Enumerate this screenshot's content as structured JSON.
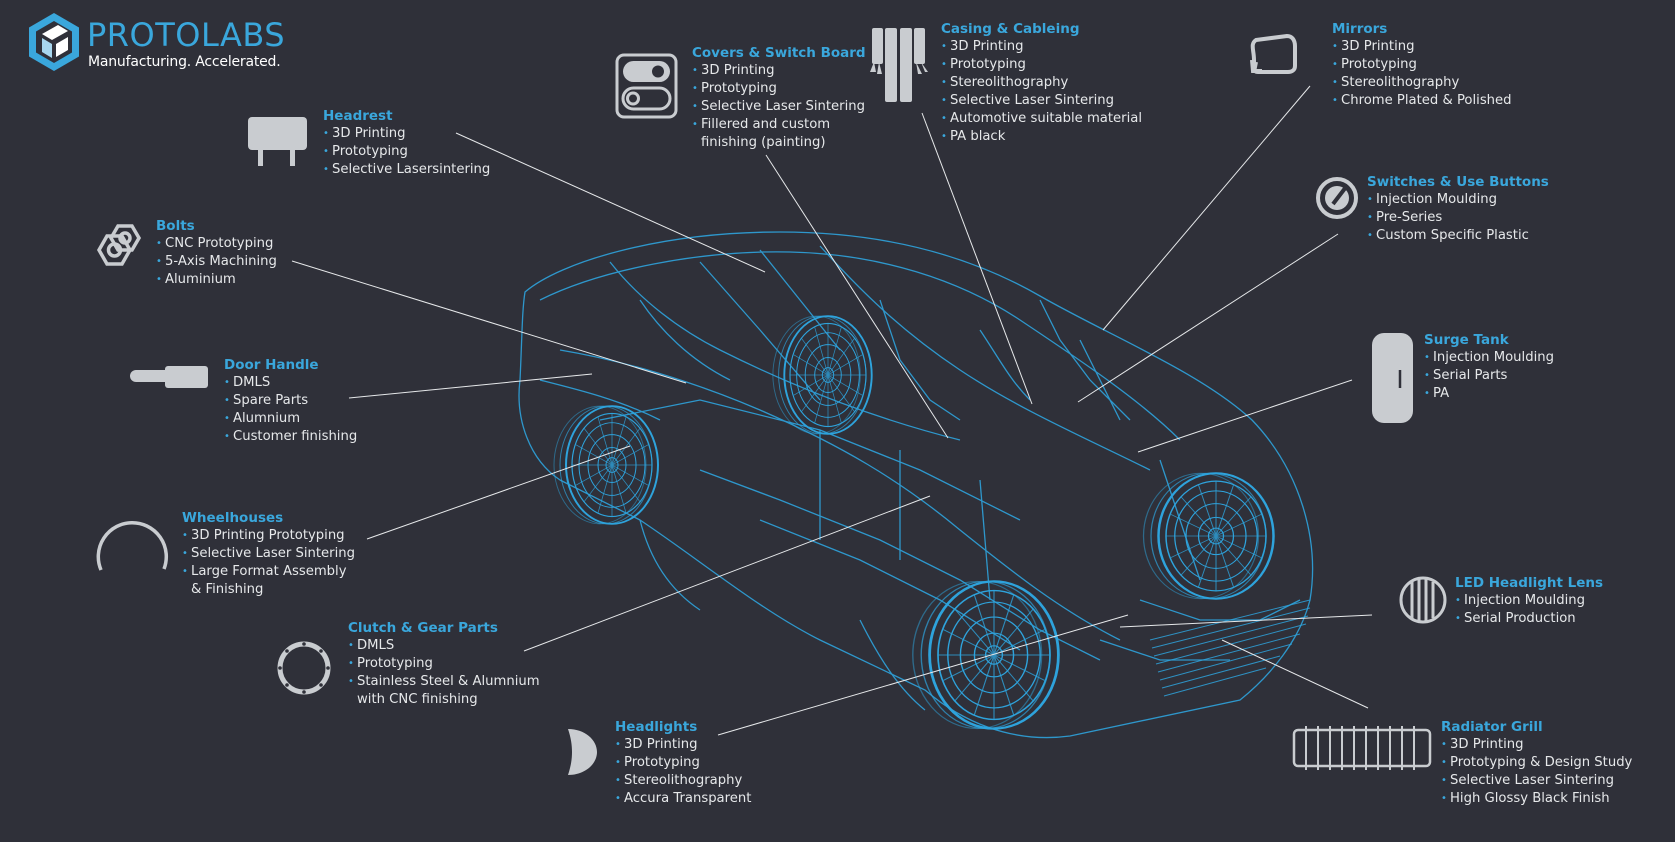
{
  "logo": {
    "brand": "PROTOLABS",
    "tagline": "Manufacturing. Accelerated."
  },
  "colors": {
    "background": "#2f3039",
    "accent": "#3aa7dc",
    "text": "#e6e8ea",
    "icon": "#c9ccd0",
    "wireframe": "#2ea3dc"
  },
  "callouts": [
    {
      "id": "headrest",
      "icon": "headrest-icon",
      "title": "Headrest",
      "items": [
        "3D Printing",
        "Prototyping",
        "Selective Lasersintering"
      ]
    },
    {
      "id": "covers",
      "icon": "switch-board-icon",
      "title": "Covers & Switch Board",
      "items": [
        "3D Printing",
        "Prototyping",
        "Selective Laser Sintering",
        "Fillered and custom",
        "finishing (painting)"
      ]
    },
    {
      "id": "casing",
      "icon": "cable-icon",
      "title": "Casing & Cableing",
      "items": [
        "3D Printing",
        "Prototyping",
        "Stereolithography",
        "Selective Laser Sintering",
        "Automotive suitable material",
        "PA black"
      ]
    },
    {
      "id": "mirrors",
      "icon": "mirror-icon",
      "title": "Mirrors",
      "items": [
        "3D Printing",
        "Prototyping",
        "Stereolithography",
        "Chrome Plated & Polished"
      ]
    },
    {
      "id": "switches",
      "icon": "knob-icon",
      "title": "Switches & Use Buttons",
      "items": [
        "Injection Moulding",
        "Pre-Series",
        "Custom Specific Plastic"
      ]
    },
    {
      "id": "bolts",
      "icon": "bolts-icon",
      "title": "Bolts",
      "items": [
        "CNC Prototyping",
        "5-Axis Machining",
        "Aluminium"
      ]
    },
    {
      "id": "door-handle",
      "icon": "door-handle-icon",
      "title": "Door Handle",
      "items": [
        "DMLS",
        "Spare Parts",
        "Alumnium",
        "Customer finishing"
      ]
    },
    {
      "id": "surge-tank",
      "icon": "surge-tank-icon",
      "title": "Surge Tank",
      "items": [
        "Injection Moulding",
        "Serial Parts",
        "PA"
      ]
    },
    {
      "id": "wheelhouses",
      "icon": "wheelhouse-icon",
      "title": "Wheelhouses",
      "items": [
        "3D Printing Prototyping",
        "Selective Laser Sintering",
        "Large Format Assembly",
        "& Finishing"
      ]
    },
    {
      "id": "led-lens",
      "icon": "headlight-lens-icon",
      "title": "LED Headlight Lens",
      "items": [
        "Injection Moulding",
        "Serial Production"
      ]
    },
    {
      "id": "clutch",
      "icon": "gear-ring-icon",
      "title": "Clutch & Gear Parts",
      "items": [
        "DMLS",
        "Prototyping",
        "Stainless Steel & Alumnium",
        "with CNC finishing"
      ]
    },
    {
      "id": "headlights",
      "icon": "headlight-icon",
      "title": "Headlights",
      "items": [
        "3D Printing",
        "Prototyping",
        "Stereolithography",
        "Accura Transparent"
      ]
    },
    {
      "id": "radiator",
      "icon": "radiator-grill-icon",
      "title": "Radiator Grill",
      "items": [
        "3D Printing",
        "Prototyping & Design Study",
        "Selective Laser Sintering",
        "High Glossy Black Finish"
      ]
    }
  ]
}
